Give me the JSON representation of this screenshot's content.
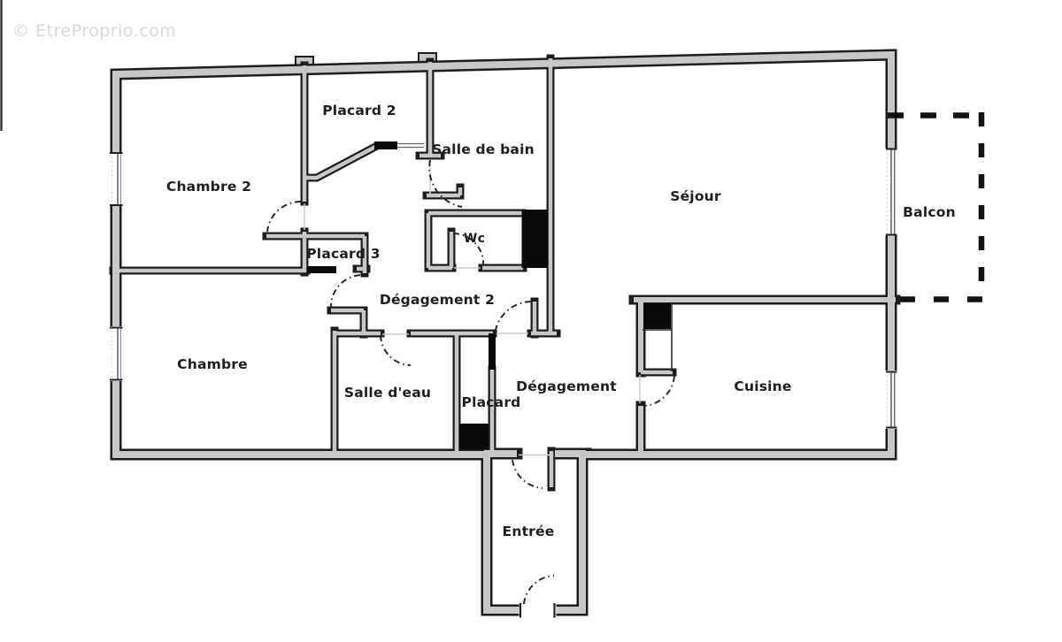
{
  "watermark": "© EtreProprio.com",
  "rooms": {
    "chambre2": "Chambre 2",
    "placard2": "Placard 2",
    "salle_de_bain": "Salle de bain",
    "sejour": "Séjour",
    "balcon": "Balcon",
    "wc": "Wc",
    "placard3": "Placard 3",
    "degagement2": "Dégagement 2",
    "chambre": "Chambre",
    "salle_deau": "Salle d'eau",
    "placard": "Placard",
    "degagement": "Dégagement",
    "cuisine": "Cuisine",
    "entree": "Entrée"
  },
  "colors": {
    "wall-fill": "#c7c7c7",
    "wall-edge": "#1d1d1d",
    "label-color": "#1e1e1e",
    "watermark-color": "#d8d8d8",
    "window-line": "#4e4e5c",
    "background": "#ffffff"
  }
}
